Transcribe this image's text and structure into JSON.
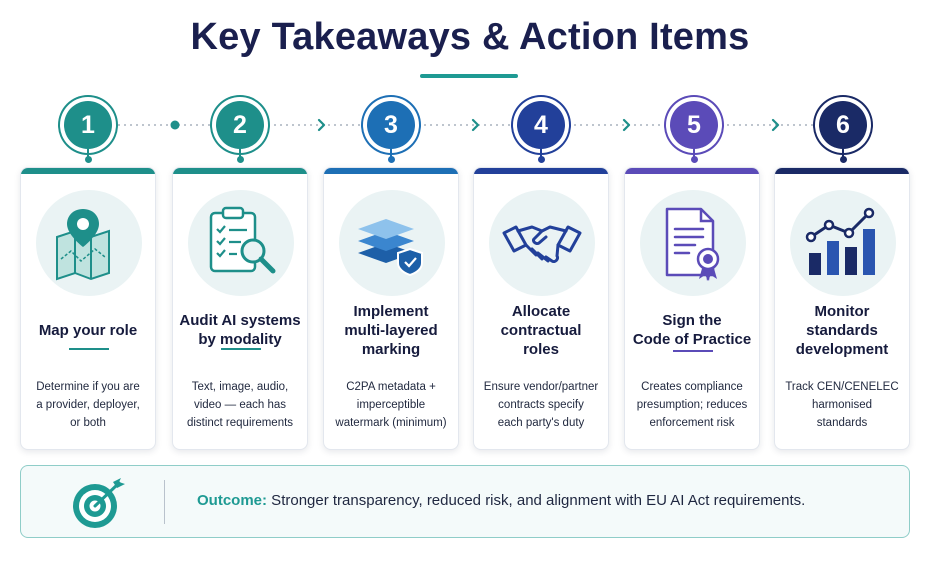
{
  "header": {
    "title": "Key Takeaways & Action Items"
  },
  "steps": [
    {
      "number": "1",
      "title": "Map your role",
      "description": "Determine if you are\na provider, deployer,\nor both",
      "color": "#1e8f8a",
      "icon": "map-pin-icon"
    },
    {
      "number": "2",
      "title": "Audit AI systems\nby modality",
      "description": "Text, image, audio,\nvideo — each has\ndistinct requirements",
      "color": "#1e8f8a",
      "icon": "clipboard-magnifier-icon"
    },
    {
      "number": "3",
      "title": "Implement\nmulti-layered\nmarking",
      "description": "C2PA metadata +\nimperceptible\nwatermark (minimum)",
      "color": "#1d6fb5",
      "icon": "layers-shield-icon"
    },
    {
      "number": "4",
      "title": "Allocate\ncontractual\nroles",
      "description": "Ensure vendor/partner\ncontracts specify\neach party's duty",
      "color": "#22409a",
      "icon": "handshake-icon"
    },
    {
      "number": "5",
      "title": "Sign the\nCode of Practice",
      "description": "Creates compliance\npresumption; reduces\nenforcement risk",
      "color": "#5b4bb8",
      "icon": "certificate-document-icon"
    },
    {
      "number": "6",
      "title": "Monitor\nstandards\ndevelopment",
      "description": "Track CEN/CENELEC\nharmonised\nstandards",
      "color": "#1a2a66",
      "icon": "bar-chart-trend-icon"
    }
  ],
  "outcome": {
    "label": "Outcome:",
    "text": " Stronger transparency, reduced risk, and alignment with EU AI Act requirements.",
    "icon": "target-arrow-icon"
  },
  "colors": {
    "accent": "#1e9a93",
    "title": "#1a1f4e"
  }
}
